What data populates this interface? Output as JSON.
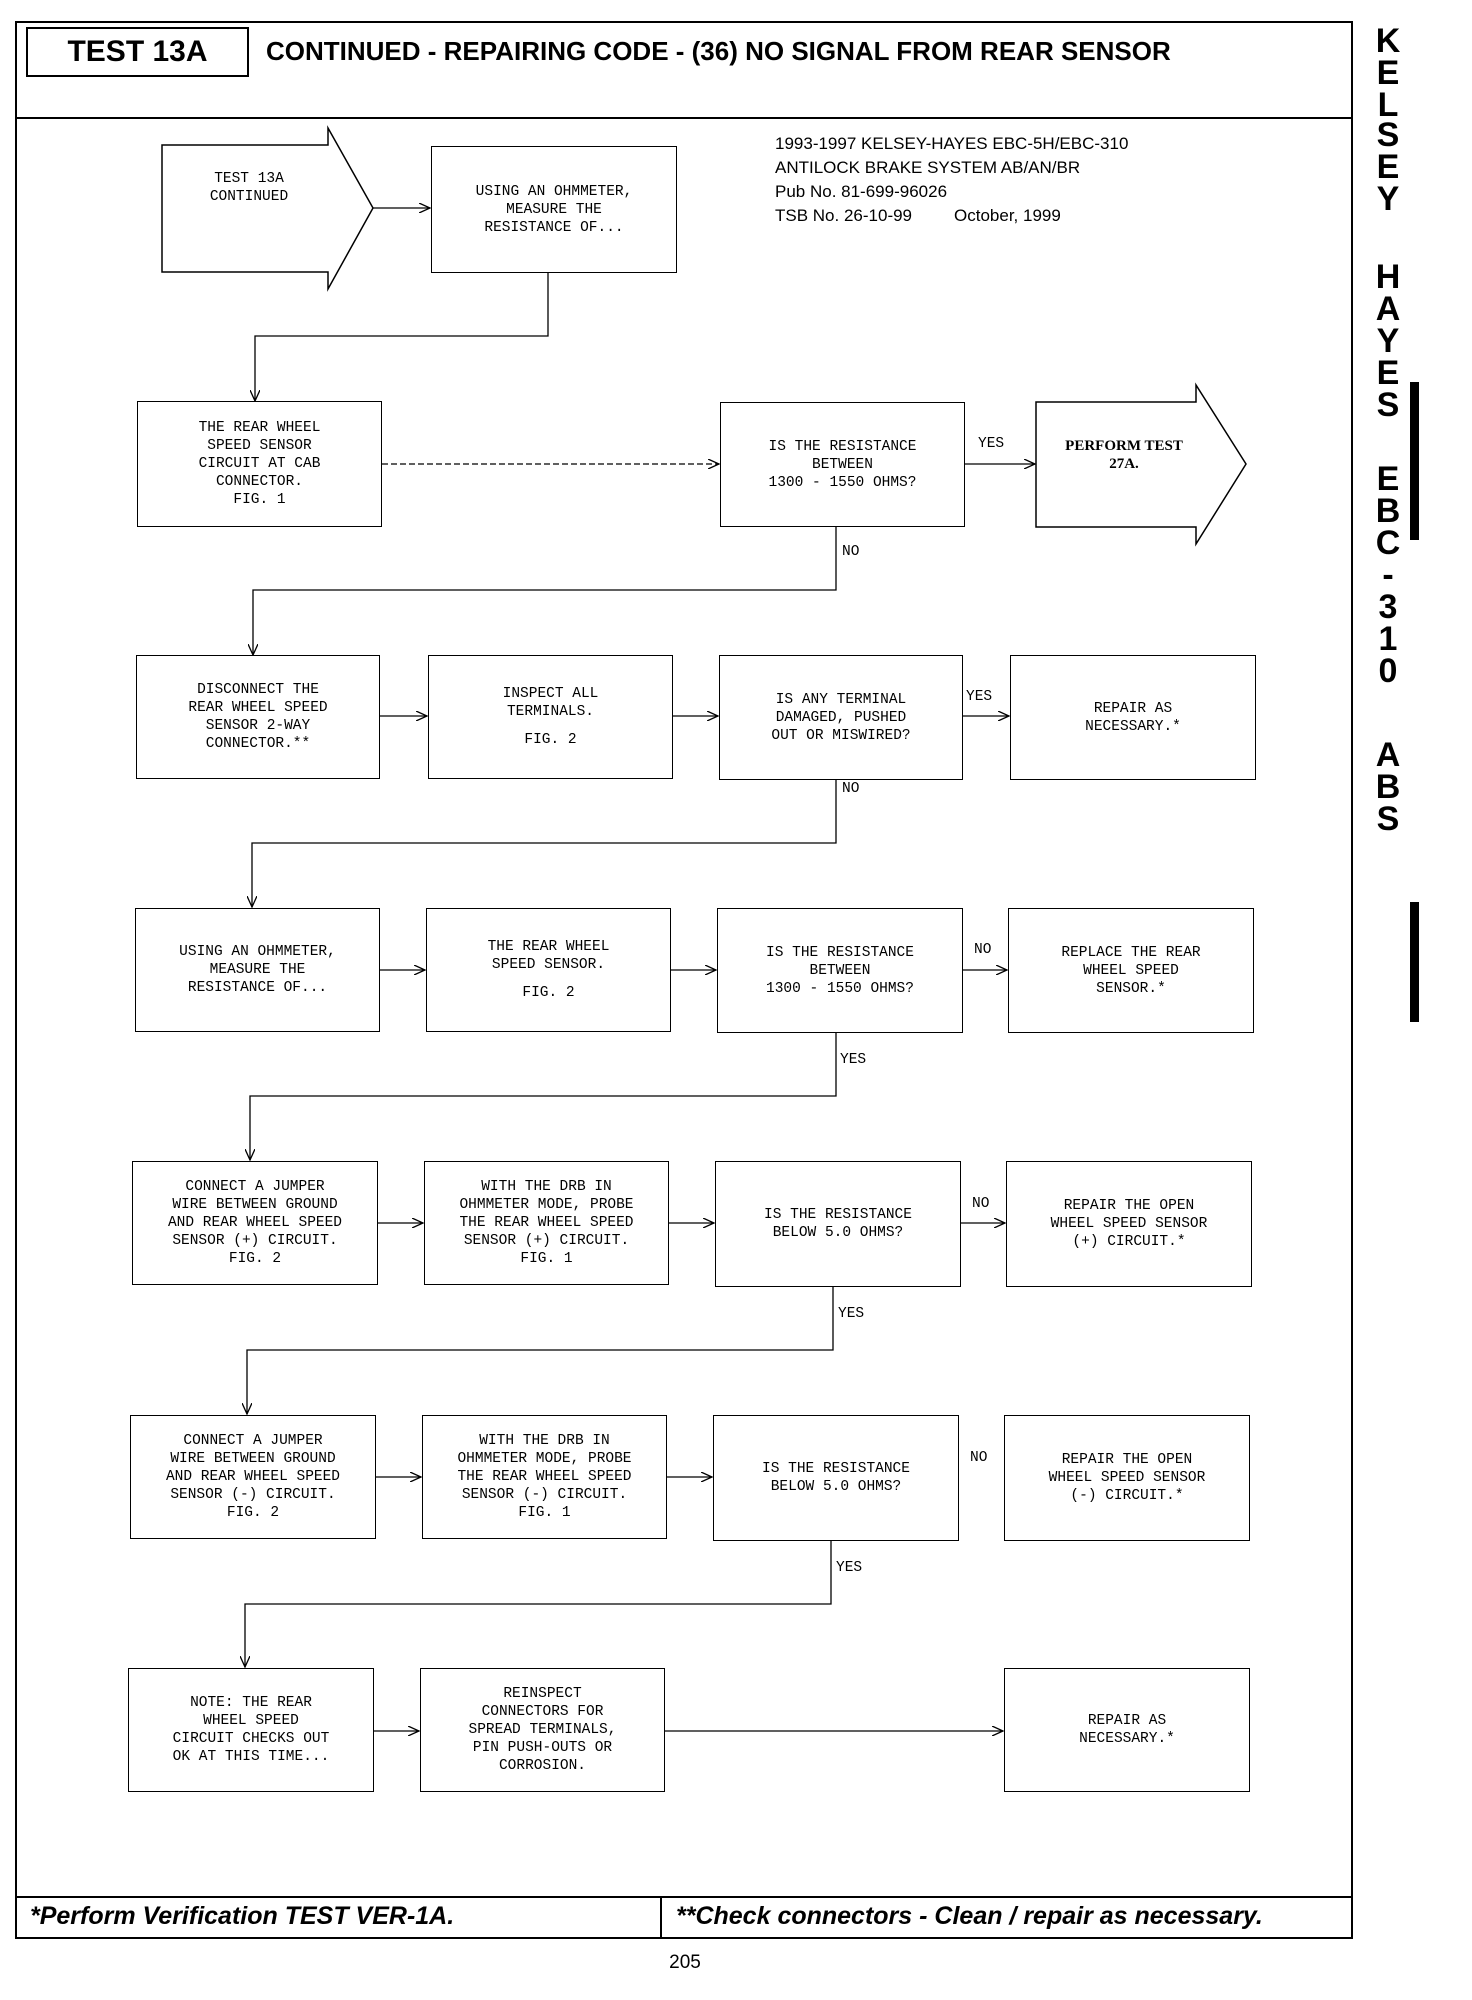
{
  "header": {
    "test_id": "TEST 13A",
    "title": "CONTINUED - REPAIRING CODE - (36) NO SIGNAL FROM REAR SENSOR"
  },
  "publication": {
    "line1": "1993-1997 KELSEY-HAYES EBC-5H/EBC-310",
    "line2": "ANTILOCK BRAKE SYSTEM AB/AN/BR",
    "line3": "Pub No. 81-699-96026",
    "line4": "TSB No. 26-10-99",
    "date": "October, 1999"
  },
  "side_letters": [
    "K",
    "E",
    "L",
    "S",
    "E",
    "Y",
    "H",
    "A",
    "Y",
    "E",
    "S",
    "E",
    "B",
    "C",
    "-",
    "3",
    "1",
    "0",
    "A",
    "B",
    "S"
  ],
  "nodes": {
    "start": "TEST 13A\nCONTINUED",
    "n1": "USING AN OHMMETER,\nMEASURE THE\nRESISTANCE OF...",
    "n2": "THE REAR WHEEL\nSPEED SENSOR\nCIRCUIT AT CAB\nCONNECTOR.\nFIG. 1",
    "q1": "IS THE RESISTANCE\nBETWEEN\n1300 - 1550 OHMS?",
    "perform": "PERFORM TEST\n27A.",
    "n3": "DISCONNECT THE\nREAR WHEEL SPEED\nSENSOR 2-WAY\nCONNECTOR.**",
    "n4": "INSPECT ALL\nTERMINALS.",
    "n4_fig": "FIG. 2",
    "q2": "IS ANY TERMINAL\nDAMAGED, PUSHED\nOUT OR MISWIRED?",
    "r2": "REPAIR AS\nNECESSARY.*",
    "n5": "USING AN OHMMETER,\nMEASURE THE\nRESISTANCE OF...",
    "n6": "THE REAR WHEEL\nSPEED SENSOR.",
    "n6_fig": "FIG. 2",
    "q3": "IS THE RESISTANCE\nBETWEEN\n1300 - 1550 OHMS?",
    "r3": "REPLACE THE REAR\nWHEEL SPEED\nSENSOR.*",
    "n7": "CONNECT A JUMPER\nWIRE BETWEEN GROUND\nAND REAR WHEEL SPEED\nSENSOR (+) CIRCUIT.\nFIG. 2",
    "n8": "WITH THE DRB IN\nOHMMETER MODE, PROBE\nTHE REAR WHEEL SPEED\nSENSOR (+) CIRCUIT.\nFIG. 1",
    "q4": "IS THE RESISTANCE\nBELOW 5.0 OHMS?",
    "r4": "REPAIR THE OPEN\nWHEEL SPEED SENSOR\n(+) CIRCUIT.*",
    "n9": "CONNECT A JUMPER\nWIRE BETWEEN GROUND\nAND REAR WHEEL SPEED\nSENSOR (-) CIRCUIT.\nFIG. 2",
    "n10": "WITH THE DRB IN\nOHMMETER MODE, PROBE\nTHE REAR WHEEL SPEED\nSENSOR (-) CIRCUIT.\nFIG. 1",
    "q5": "IS THE RESISTANCE\nBELOW 5.0 OHMS?",
    "r5": "REPAIR THE OPEN\nWHEEL SPEED SENSOR\n(-) CIRCUIT.*",
    "n11": "NOTE:  THE REAR\nWHEEL SPEED\nCIRCUIT CHECKS OUT\nOK AT THIS TIME...",
    "n12": "REINSPECT\nCONNECTORS FOR\nSPREAD TERMINALS,\nPIN PUSH-OUTS OR\nCORROSION.",
    "r6": "REPAIR AS\nNECESSARY.*"
  },
  "labels": {
    "yes": "YES",
    "no": "NO"
  },
  "footer": {
    "left": "*Perform Verification TEST VER-1A.",
    "right": "**Check connectors - Clean / repair as necessary."
  },
  "page_number": "205"
}
